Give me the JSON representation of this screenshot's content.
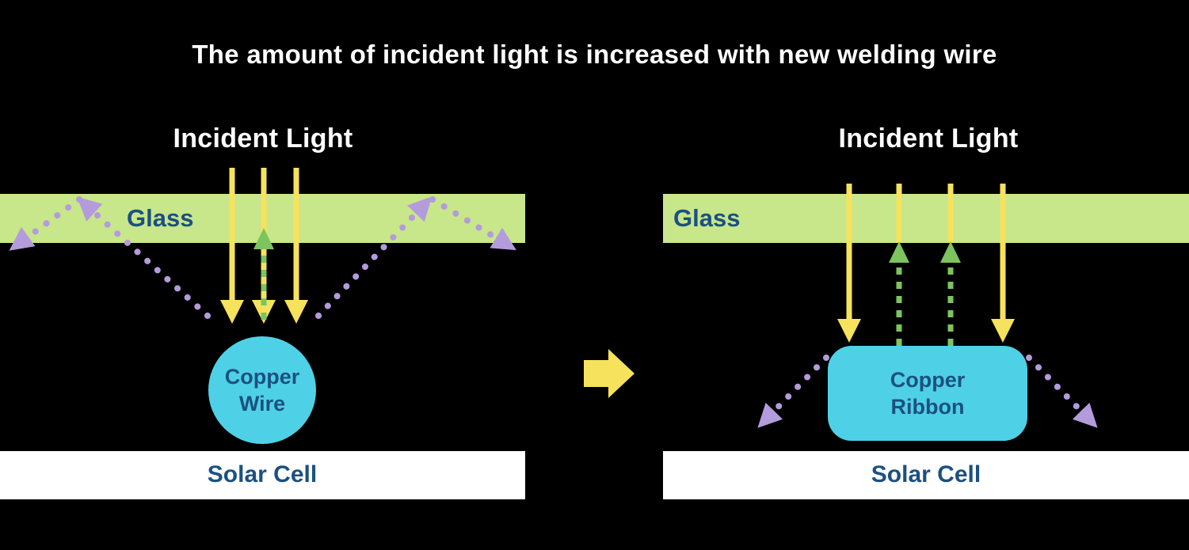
{
  "title": "The amount of incident light is increased with new welding wire",
  "colors": {
    "background": "#000000",
    "title_text": "#ffffff",
    "glass_fill": "#c8e68a",
    "label_blue": "#1b5082",
    "incident_ray_yellow": "#f6e25c",
    "reflected_ray_purple": "#b49bdc",
    "absorbed_ray_green": "#7dc45f",
    "copper_fill": "#4ed1e6",
    "solar_cell_fill": "#ffffff"
  },
  "left_panel": {
    "incident_light_label": "Incident Light",
    "glass_label": "Glass",
    "copper_label_line1": "Copper",
    "copper_label_line2": "Wire",
    "solar_cell_label": "Solar Cell"
  },
  "right_panel": {
    "incident_light_label": "Incident Light",
    "glass_label": "Glass",
    "copper_label_line1": "Copper",
    "copper_label_line2": "Ribbon",
    "solar_cell_label": "Solar Cell"
  }
}
